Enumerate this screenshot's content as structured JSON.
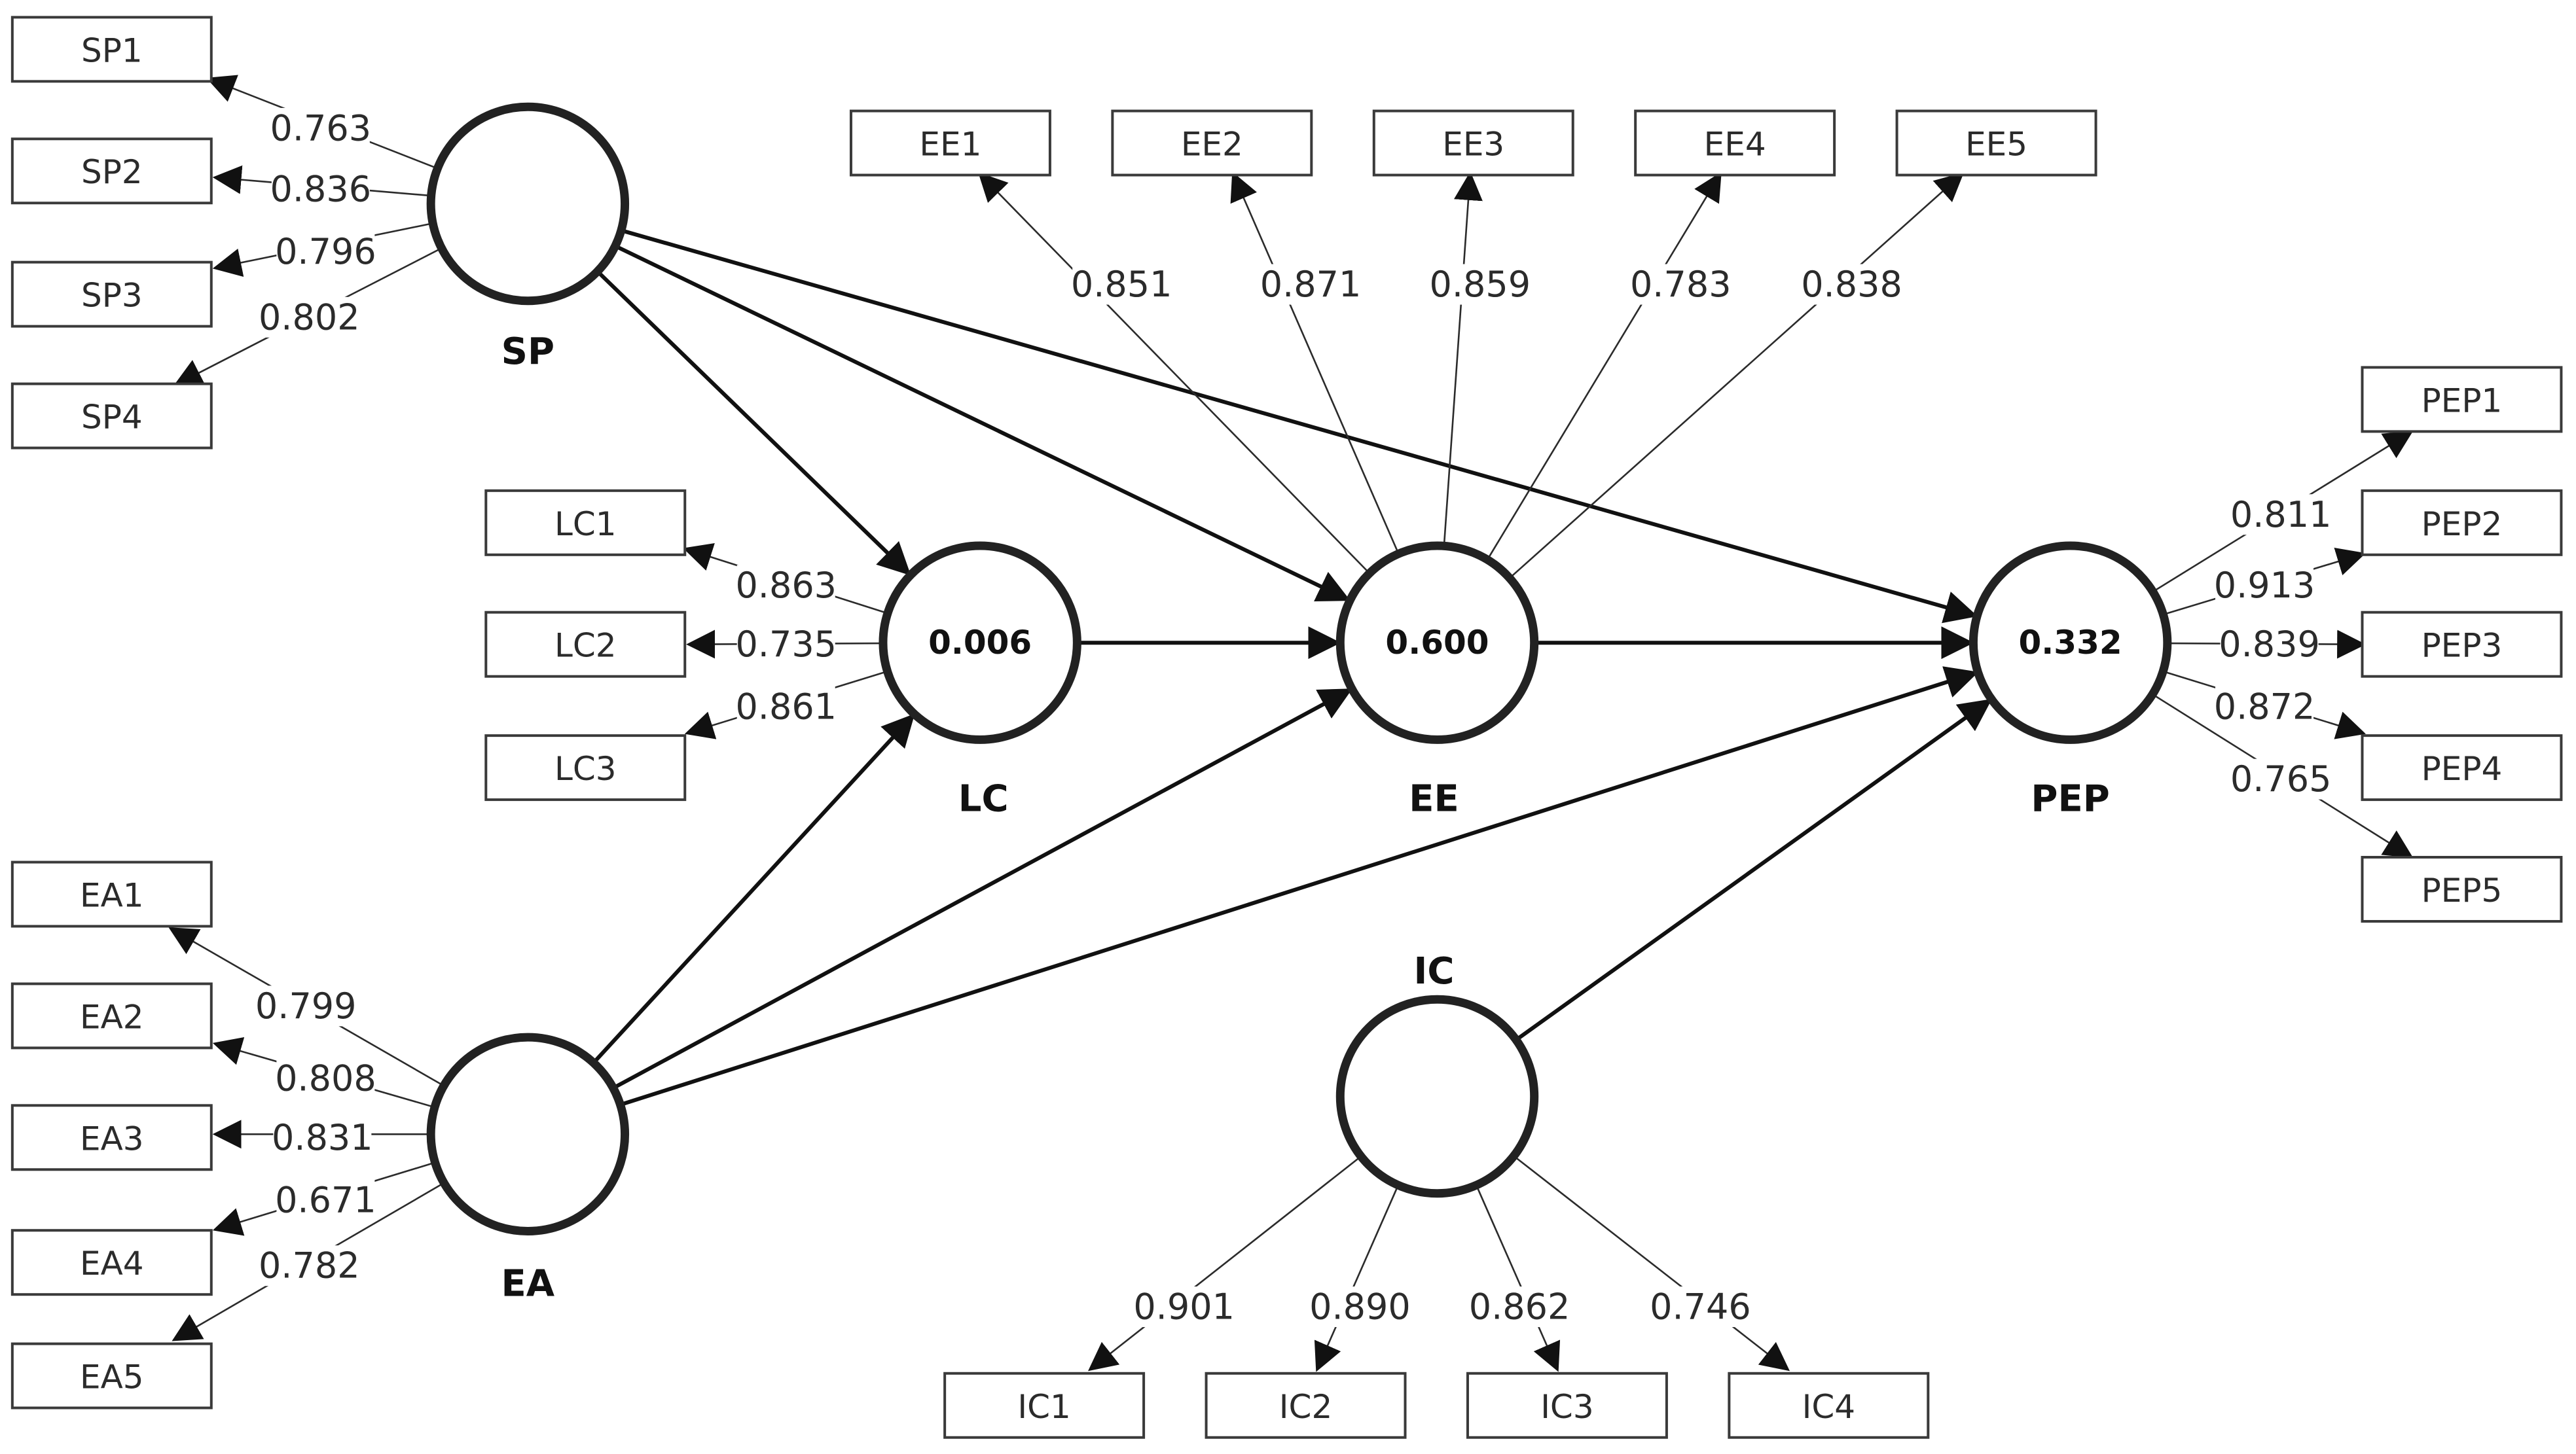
{
  "constructs": [
    {
      "id": "SP",
      "label": "SP",
      "r2": ""
    },
    {
      "id": "LC",
      "label": "LC",
      "r2": "0.006"
    },
    {
      "id": "EE",
      "label": "EE",
      "r2": "0.600"
    },
    {
      "id": "PEP",
      "label": "PEP",
      "r2": "0.332"
    },
    {
      "id": "EA",
      "label": "EA",
      "r2": ""
    },
    {
      "id": "IC",
      "label": "IC",
      "r2": ""
    }
  ],
  "indicators": [
    {
      "id": "SP1",
      "label": "SP1",
      "construct": "SP",
      "loading": "0.763"
    },
    {
      "id": "SP2",
      "label": "SP2",
      "construct": "SP",
      "loading": "0.836"
    },
    {
      "id": "SP3",
      "label": "SP3",
      "construct": "SP",
      "loading": "0.796"
    },
    {
      "id": "SP4",
      "label": "SP4",
      "construct": "SP",
      "loading": "0.802"
    },
    {
      "id": "LC1",
      "label": "LC1",
      "construct": "LC",
      "loading": "0.863"
    },
    {
      "id": "LC2",
      "label": "LC2",
      "construct": "LC",
      "loading": "0.735"
    },
    {
      "id": "LC3",
      "label": "LC3",
      "construct": "LC",
      "loading": "0.861"
    },
    {
      "id": "EE1",
      "label": "EE1",
      "construct": "EE",
      "loading": "0.851"
    },
    {
      "id": "EE2",
      "label": "EE2",
      "construct": "EE",
      "loading": "0.871"
    },
    {
      "id": "EE3",
      "label": "EE3",
      "construct": "EE",
      "loading": "0.859"
    },
    {
      "id": "EE4",
      "label": "EE4",
      "construct": "EE",
      "loading": "0.783"
    },
    {
      "id": "EE5",
      "label": "EE5",
      "construct": "EE",
      "loading": "0.838"
    },
    {
      "id": "PEP1",
      "label": "PEP1",
      "construct": "PEP",
      "loading": "0.811"
    },
    {
      "id": "PEP2",
      "label": "PEP2",
      "construct": "PEP",
      "loading": "0.913"
    },
    {
      "id": "PEP3",
      "label": "PEP3",
      "construct": "PEP",
      "loading": "0.839"
    },
    {
      "id": "PEP4",
      "label": "PEP4",
      "construct": "PEP",
      "loading": "0.872"
    },
    {
      "id": "PEP5",
      "label": "PEP5",
      "construct": "PEP",
      "loading": "0.765"
    },
    {
      "id": "EA1",
      "label": "EA1",
      "construct": "EA",
      "loading": "0.799"
    },
    {
      "id": "EA2",
      "label": "EA2",
      "construct": "EA",
      "loading": "0.808"
    },
    {
      "id": "EA3",
      "label": "EA3",
      "construct": "EA",
      "loading": "0.831"
    },
    {
      "id": "EA4",
      "label": "EA4",
      "construct": "EA",
      "loading": "0.671"
    },
    {
      "id": "EA5",
      "label": "EA5",
      "construct": "EA",
      "loading": "0.782"
    },
    {
      "id": "IC1",
      "label": "IC1",
      "construct": "IC",
      "loading": "0.901"
    },
    {
      "id": "IC2",
      "label": "IC2",
      "construct": "IC",
      "loading": "0.890"
    },
    {
      "id": "IC3",
      "label": "IC3",
      "construct": "IC",
      "loading": "0.862"
    },
    {
      "id": "IC4",
      "label": "IC4",
      "construct": "IC",
      "loading": "0.746"
    }
  ],
  "paths": [
    {
      "from": "SP",
      "to": "LC"
    },
    {
      "from": "SP",
      "to": "EE"
    },
    {
      "from": "SP",
      "to": "PEP"
    },
    {
      "from": "LC",
      "to": "EE"
    },
    {
      "from": "EE",
      "to": "PEP"
    },
    {
      "from": "EA",
      "to": "LC"
    },
    {
      "from": "EA",
      "to": "EE"
    },
    {
      "from": "EA",
      "to": "PEP"
    },
    {
      "from": "IC",
      "to": "PEP"
    }
  ]
}
